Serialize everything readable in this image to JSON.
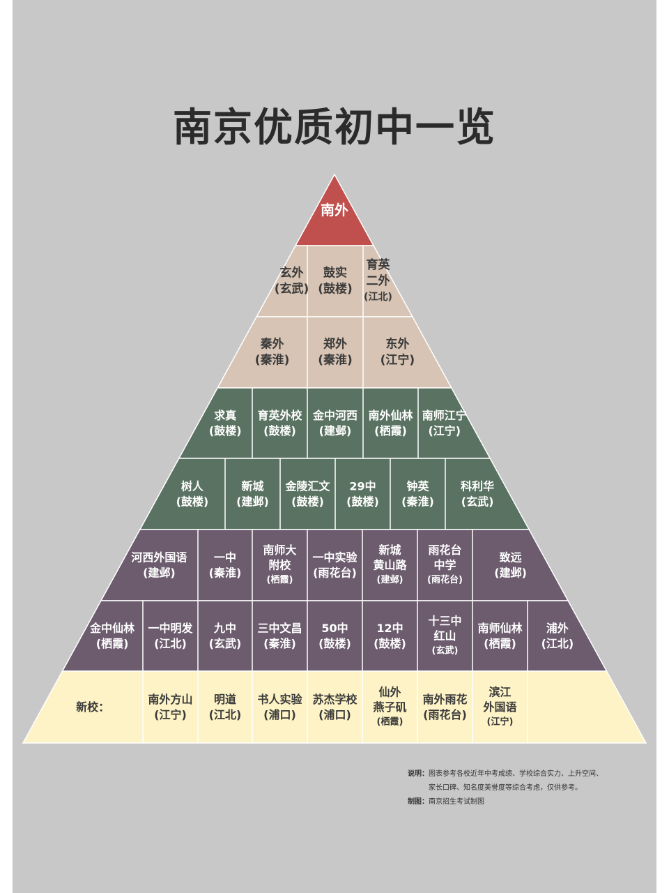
{
  "title": "南京优质初中一览",
  "colors": {
    "tier1": "#c0504d",
    "tier2": "#d7c4b4",
    "tier3": "#5a7261",
    "tier4": "#6c5c6e",
    "tier5": "#fdf3c6",
    "background": "#c8c8c8",
    "tier_dark_text": "#3a3a3a",
    "tier_light_text": "#ffffff"
  },
  "rows": [
    {
      "tier": "tier1",
      "cells": [
        [
          "南外"
        ]
      ]
    },
    {
      "tier": "tier2",
      "cells": [
        [
          "玄外",
          "(玄武)"
        ],
        [
          "鼓实",
          "(鼓楼)"
        ],
        [
          "育英",
          "二外",
          "(江北)"
        ]
      ]
    },
    {
      "tier": "tier2",
      "cells": [
        [
          "秦外",
          "(秦淮)"
        ],
        [
          "郑外",
          "(秦淮)"
        ],
        [
          "东外",
          "(江宁)"
        ]
      ]
    },
    {
      "tier": "tier3",
      "cells": [
        [
          "求真",
          "(鼓楼)"
        ],
        [
          "育英外校",
          "(鼓楼)"
        ],
        [
          "金中河西",
          "(建邺)"
        ],
        [
          "南外仙林",
          "(栖霞)"
        ],
        [
          "南师江宁",
          "(江宁)"
        ]
      ]
    },
    {
      "tier": "tier3",
      "cells": [
        [
          "树人",
          "(鼓楼)"
        ],
        [
          "新城",
          "(建邺)"
        ],
        [
          "金陵汇文",
          "(鼓楼)"
        ],
        [
          "29中",
          "(鼓楼)"
        ],
        [
          "钟英",
          "(秦淮)"
        ],
        [
          "科利华",
          "(玄武)"
        ]
      ]
    },
    {
      "tier": "tier4",
      "cells": [
        [
          "河西外国语",
          "(建邺)"
        ],
        [
          "一中",
          "(秦淮)"
        ],
        [
          "南师大",
          "附校",
          "(栖霞)"
        ],
        [
          "一中实验",
          "(雨花台)"
        ],
        [
          "新城",
          "黄山路",
          "(建邺)"
        ],
        [
          "雨花台",
          "中学",
          "(雨花台)"
        ],
        [
          "致远",
          "(建邺)"
        ]
      ]
    },
    {
      "tier": "tier4",
      "cells": [
        [
          "金中仙林",
          "(栖霞)"
        ],
        [
          "一中明发",
          "(江北)"
        ],
        [
          "九中",
          "(玄武)"
        ],
        [
          "三中文昌",
          "(秦淮)"
        ],
        [
          "50中",
          "(鼓楼)"
        ],
        [
          "12中",
          "(鼓楼)"
        ],
        [
          "十三中",
          "红山",
          "(玄武)"
        ],
        [
          "南师仙林",
          "(栖霞)"
        ],
        [
          "浦外",
          "(江北)"
        ]
      ]
    },
    {
      "tier": "tier5",
      "cells": [
        [
          "新校："
        ],
        [
          "南外方山",
          "(江宁)"
        ],
        [
          "明道",
          "(江北)"
        ],
        [
          "书人实验",
          "(浦口)"
        ],
        [
          "苏杰学校",
          "(浦口)"
        ],
        [
          "仙外",
          "燕子矶",
          "(栖霞)"
        ],
        [
          "南外雨花",
          "(雨花台)"
        ],
        [
          "滨江",
          "外国语",
          "(江宁)"
        ],
        []
      ]
    }
  ],
  "notes": {
    "explain_label": "说明：",
    "explain_line1": "图表参考各校近年中考成绩、学校综合实力、上升空间、",
    "explain_line2": "家长口碑、知名度美誉度等综合考虑，仅供参考。",
    "credit_label": "制图：",
    "credit_text": "南京招生考试制图"
  }
}
